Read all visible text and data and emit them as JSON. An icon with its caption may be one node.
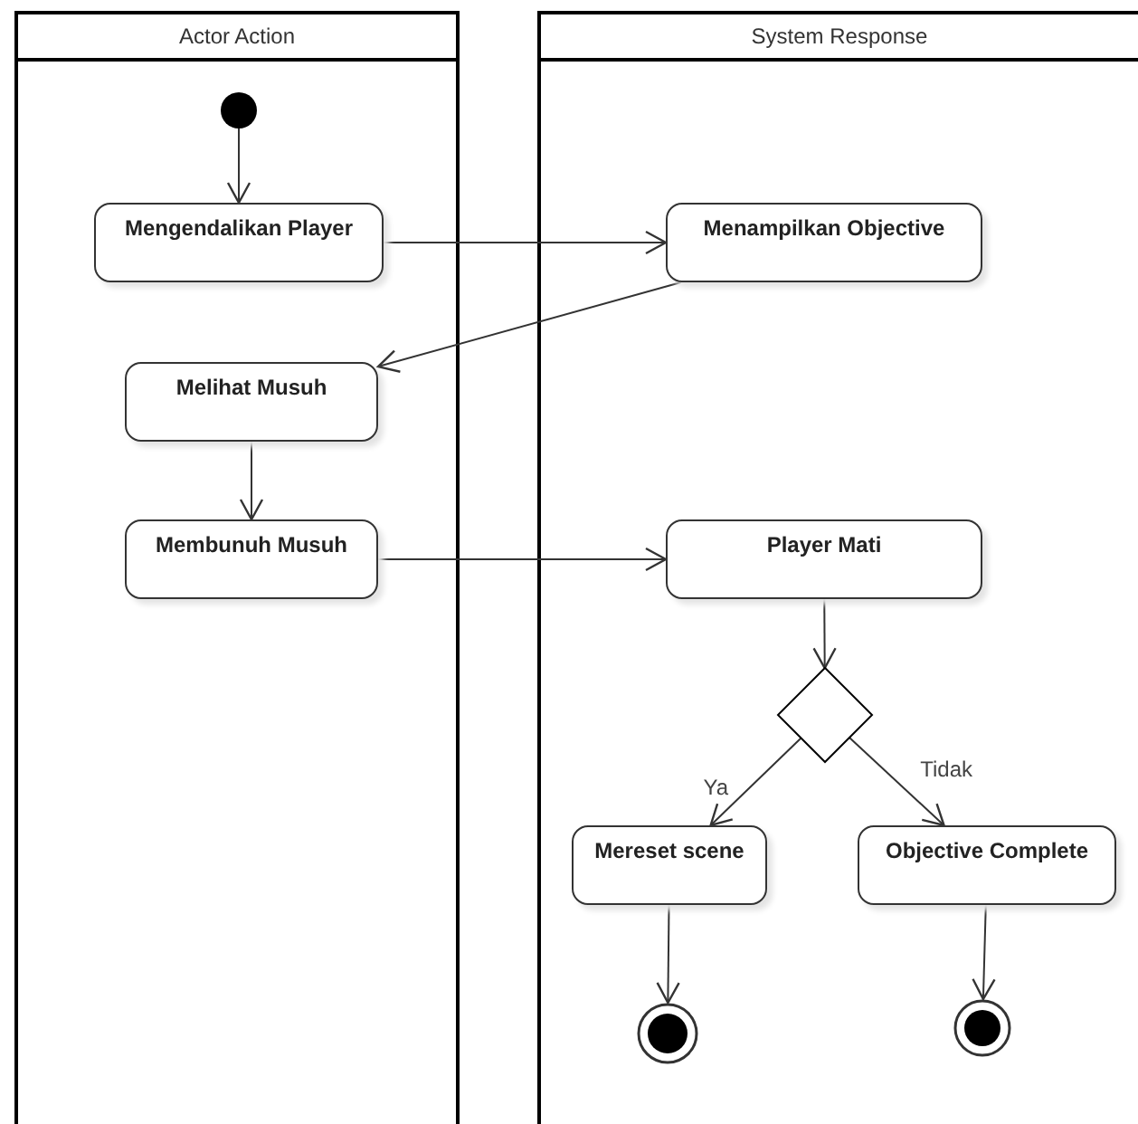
{
  "diagram": {
    "nodes": [
      {
        "text": [
          "Actor Action"
        ]
      },
      {
        "text": [
          "System Response"
        ]
      },
      {
        "text": [],
        "shape": "circle",
        "in": 0
      },
      {
        "text": [
          "Mengendalikan Player"
        ],
        "in": 0
      },
      {
        "text": [
          "Melihat Musuh"
        ],
        "in": 0
      },
      {
        "text": [
          "Membunuh Musuh"
        ],
        "in": 0
      },
      {
        "text": [
          "Menampilkan Objective"
        ],
        "in": 1
      },
      {
        "text": [
          "Player Mati"
        ],
        "in": 1
      },
      {
        "text": [],
        "shape": "diamond",
        "in": 1
      },
      {
        "text": [
          "Mereset scene"
        ],
        "in": 1
      },
      {
        "text": [
          "Objective Complete"
        ],
        "in": 1
      },
      {
        "text": [],
        "shape": "circle",
        "in": 1
      },
      {
        "text": [],
        "shape": "circle",
        "in": 1
      }
    ],
    "edges": [
      {
        "from": 2,
        "to": 3,
        "arrow": "to"
      },
      {
        "from": 3,
        "to": 6,
        "arrow": "to"
      },
      {
        "from": 6,
        "to": 4,
        "arrow": "to"
      },
      {
        "from": 4,
        "to": 5,
        "arrow": "to"
      },
      {
        "from": 5,
        "to": 7,
        "arrow": "to"
      },
      {
        "from": 7,
        "to": 8,
        "arrow": "to"
      },
      {
        "from": 8,
        "to": 9,
        "arrow": "to",
        "label": "Ya"
      },
      {
        "from": 8,
        "to": 10,
        "arrow": "to",
        "label": "Tidak"
      },
      {
        "from": 9,
        "to": 11,
        "arrow": "to"
      },
      {
        "from": 10,
        "to": 12,
        "arrow": "to"
      }
    ]
  }
}
